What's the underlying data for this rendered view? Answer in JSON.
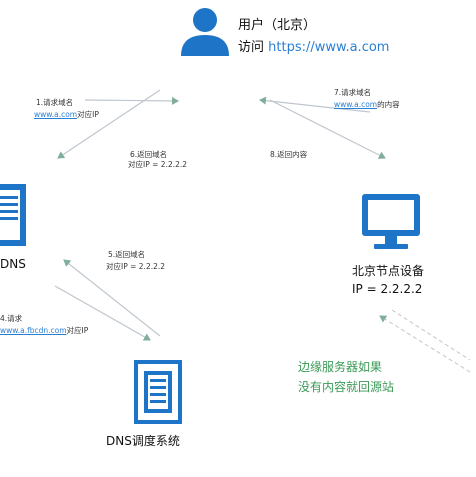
{
  "user": {
    "name": "用户（北京）",
    "visit_prefix": "访问",
    "visit_url": "https://www.a.com",
    "icon": "user-icon"
  },
  "left_flow": {
    "step1_title": "1.请求域名",
    "step1_url": "www.a.com",
    "step1_suffix": "对应IP",
    "step6_title": "6.返回域名",
    "step6_ip": "对应IP = 2.2.2.2",
    "step5_title": "5.返回域名",
    "step5_ip": "对应IP = 2.2.2.2",
    "step4_title": "4.请求",
    "step4_url": "www.a.fbcdn.com",
    "step4_suffix": "对应IP"
  },
  "right_flow": {
    "step7_title": "7.请求域名",
    "step7_url": "www.a.com",
    "step7_suffix": "的内容",
    "step8_title": "8.返回内容"
  },
  "nodes": {
    "dns_label": "DNS",
    "edge_name": "北京节点设备",
    "edge_ip": "IP = 2.2.2.2",
    "scheduler_label": "DNS调度系统"
  },
  "note": {
    "line1": "边缘服务器如果",
    "line2": "没有内容就回源站"
  },
  "colors": {
    "icon_blue": "#1e74c6",
    "arrow_gray": "#bfc6cf",
    "note_green": "#3a9a57",
    "link_blue": "#2a7fd4"
  }
}
